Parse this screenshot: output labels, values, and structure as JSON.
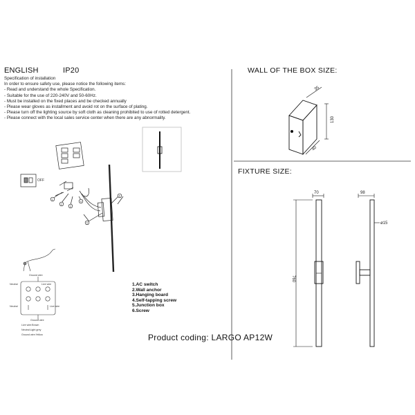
{
  "header": {
    "language": "ENGLISH",
    "ip_rating": "IP20"
  },
  "specification": {
    "title": "Specification of installation",
    "intro": "In order to ensure safety use, please notice the following items:",
    "items": [
      "- Read and understand the whole Specification.",
      "- Suitable for the use of 220-240V and 50-60Hz.",
      "- Must be installed on the fixed places and be checked annually",
      "- Please wear gloves as installment and avoid rot on the surface of plating.",
      "- Please turn off the lighting source by soft cloth as cleaning prohibited to use of rotted detergent.",
      "- Please connect with the local sales service center when there are any abnormality."
    ]
  },
  "box_section": {
    "title": "WALL OF THE BOX SIZE:",
    "dims": {
      "depth": "35",
      "height": "130",
      "width": "40"
    }
  },
  "fixture_section": {
    "title": "FIXTURE SIZE:",
    "dims": {
      "front_width": "70",
      "side_depth": "98",
      "diameter": "ø15",
      "height": "760"
    }
  },
  "diagram_labels": {
    "off": "OFF",
    "ground_wire": "Ground wire",
    "neutral": "Neutral",
    "live_wire": "Live wire"
  },
  "wiring_legend": [
    "Live wire:Brown",
    "Neutral:Light grey",
    "Ground wire:Yellow"
  ],
  "parts": [
    "1.AC switch",
    "2.Wall anchor",
    "3.Hanging board",
    "4.Self-tapping screw",
    "5.Junction box",
    "6.Screw"
  ],
  "callouts": [
    "1",
    "2",
    "3",
    "4",
    "5",
    "6"
  ],
  "product": {
    "coding_label": "Product coding: LARGO AP12W"
  }
}
